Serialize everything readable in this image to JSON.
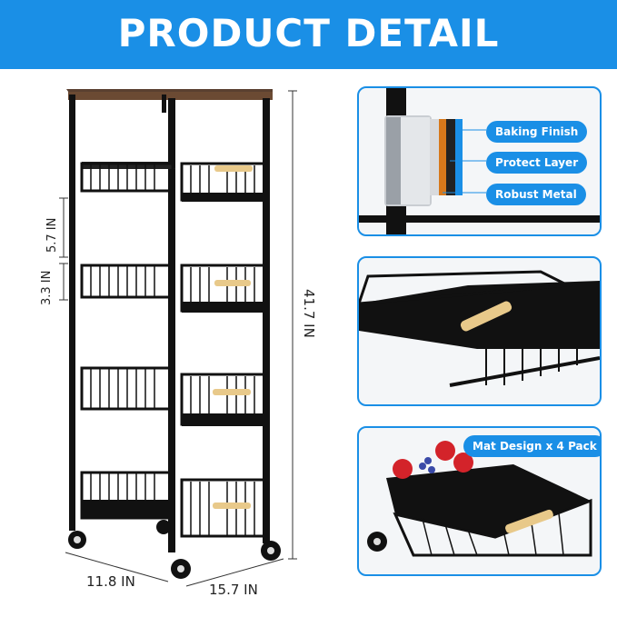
{
  "header": {
    "title": "PRODUCT DETAIL"
  },
  "dimensions": {
    "spacing": "5.7 IN",
    "basket_depth": "3.3 IN",
    "height": "41.7 IN",
    "width": "11.8 IN",
    "length": "15.7 IN"
  },
  "callouts": {
    "baking_finish": "Baking Finish",
    "protect_layer": "Protect Layer",
    "robust_metal": "Robust Metal",
    "mat_design": "Mat Design x 4 Pack"
  },
  "colors": {
    "accent": "#1a8fe6",
    "frame": "#111111",
    "wood": "#5a4030",
    "handle": "#e8c98a"
  }
}
